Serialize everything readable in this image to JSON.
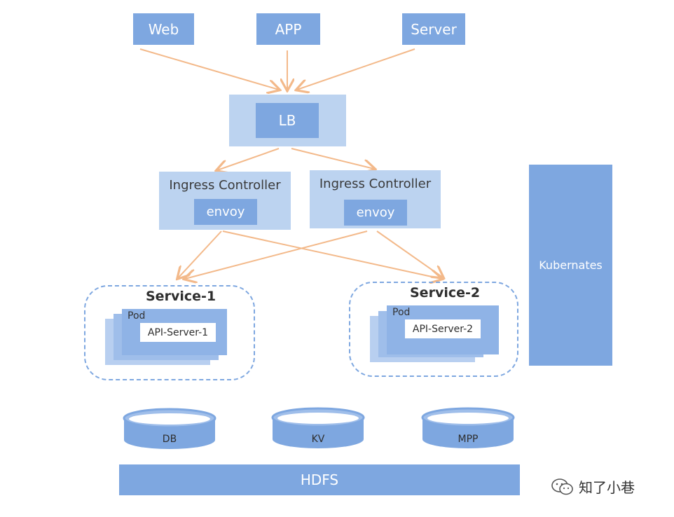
{
  "clients": [
    "Web",
    "APP",
    "Server"
  ],
  "lb": "LB",
  "ingress": [
    {
      "title": "Ingress Controller",
      "proxy": "envoy"
    },
    {
      "title": "Ingress Controller",
      "proxy": "envoy"
    }
  ],
  "services": [
    {
      "title": "Service-1",
      "pod": "Pod",
      "api": "API-Server-1"
    },
    {
      "title": "Service-2",
      "pod": "Pod",
      "api": "API-Server-2"
    }
  ],
  "kubernetes": "Kubernates",
  "storage": [
    "DB",
    "KV",
    "MPP"
  ],
  "hdfs": "HDFS",
  "watermark": "知了小巷",
  "colors": {
    "box": "#7ea7e0",
    "light": "#bcd3f0",
    "arrow": "#f3b98a"
  }
}
